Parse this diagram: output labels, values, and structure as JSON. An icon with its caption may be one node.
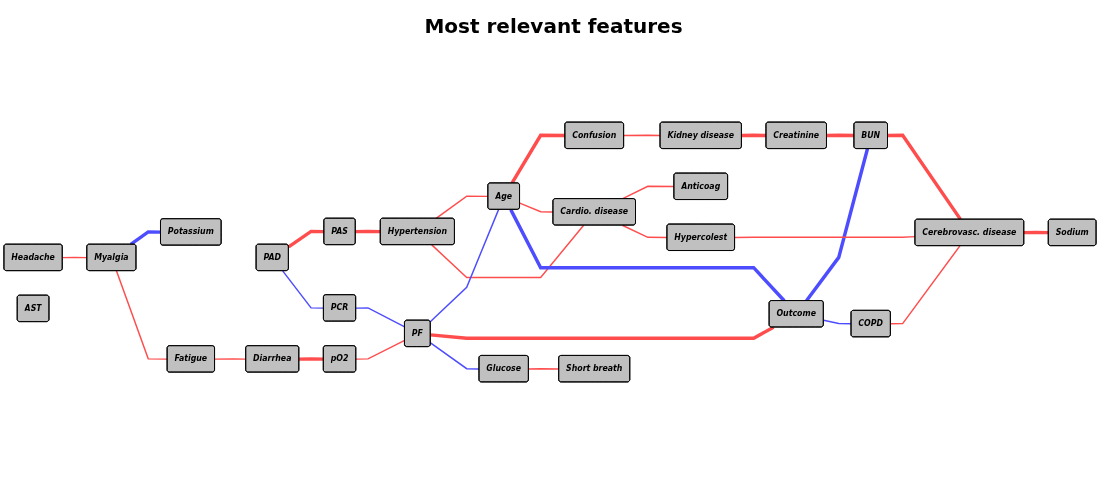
{
  "diagram": {
    "title": "Most relevant features",
    "nodes": [
      {
        "text": [
          "PAD"
        ]
      },
      {
        "text": [
          "PAS"
        ]
      },
      {
        "text": [
          "Kidney disease"
        ]
      },
      {
        "text": [
          "Confusion"
        ]
      },
      {
        "text": [
          "Hypertension"
        ]
      },
      {
        "text": [
          "PCR"
        ]
      },
      {
        "text": [
          "Creatinine"
        ]
      },
      {
        "text": [
          "Headache"
        ]
      },
      {
        "text": [
          "Age"
        ]
      },
      {
        "text": [
          "Cardio. disease"
        ]
      },
      {
        "text": [
          "Myalgia"
        ]
      },
      {
        "text": [
          "Fatigue"
        ]
      },
      {
        "text": [
          "Diarrhea"
        ]
      },
      {
        "text": [
          "pO2"
        ]
      },
      {
        "text": [
          "PF"
        ]
      },
      {
        "text": [
          "BUN"
        ]
      },
      {
        "text": [
          "Outcome"
        ]
      },
      {
        "text": [
          "Potassium"
        ]
      },
      {
        "text": [
          "Hypercolest"
        ]
      },
      {
        "text": [
          "Anticoag"
        ]
      },
      {
        "text": [
          "Cerebrovasc. disease"
        ]
      },
      {
        "text": [
          "Glucose"
        ]
      },
      {
        "text": [
          "COPD"
        ]
      },
      {
        "text": [
          "AST"
        ]
      },
      {
        "text": [
          "Sodium"
        ]
      },
      {
        "text": [
          "Short breath"
        ]
      }
    ],
    "edges": [
      {
        "from": 7,
        "to": 10,
        "arrow": "none"
      },
      {
        "from": 10,
        "to": 17,
        "arrow": "none",
        "style": "thick",
        "color": "#4d4dff"
      },
      {
        "from": 10,
        "to": 11,
        "arrow": "none"
      },
      {
        "from": 11,
        "to": 12,
        "arrow": "none"
      },
      {
        "from": 12,
        "to": 13,
        "arrow": "none",
        "style": "thick"
      },
      {
        "from": 13,
        "to": 14,
        "arrow": "none"
      },
      {
        "from": 0,
        "to": 1,
        "arrow": "none",
        "style": "thick"
      },
      {
        "from": 0,
        "to": 5,
        "arrow": "none",
        "color": "#4d4dff"
      },
      {
        "from": 5,
        "to": 14,
        "arrow": "none",
        "color": "#4d4dff"
      },
      {
        "from": 1,
        "to": 4,
        "arrow": "none",
        "style": "thick"
      },
      {
        "from": 4,
        "to": 8,
        "arrow": "none"
      },
      {
        "from": 4,
        "to": 9,
        "arrow": "none"
      },
      {
        "from": 8,
        "to": 3,
        "arrow": "none",
        "style": "thick"
      },
      {
        "from": 3,
        "to": 2,
        "arrow": "none"
      },
      {
        "from": 2,
        "to": 6,
        "arrow": "none",
        "style": "thick"
      },
      {
        "from": 6,
        "to": 15,
        "arrow": "none",
        "style": "thick"
      },
      {
        "from": 14,
        "to": 8,
        "arrow": "none",
        "color": "#4d4dff"
      },
      {
        "from": 8,
        "to": 9,
        "arrow": "none"
      },
      {
        "from": 8,
        "to": 16,
        "arrow": "none",
        "style": "thick",
        "color": "#4d4dff"
      },
      {
        "from": 14,
        "to": 16,
        "arrow": "none",
        "style": "thick"
      },
      {
        "from": 16,
        "to": 15,
        "arrow": "none",
        "style": "thick",
        "color": "#4d4dff"
      },
      {
        "from": 9,
        "to": 19,
        "arrow": "none"
      },
      {
        "from": 9,
        "to": 18,
        "arrow": "none"
      },
      {
        "from": 18,
        "to": 20,
        "arrow": "none"
      },
      {
        "from": 16,
        "to": 22,
        "arrow": "none",
        "color": "#4d4dff"
      },
      {
        "from": 22,
        "to": 20,
        "arrow": "none"
      },
      {
        "from": 15,
        "to": 20,
        "arrow": "none",
        "style": "thick"
      },
      {
        "from": 20,
        "to": 24,
        "arrow": "none",
        "style": "thick"
      },
      {
        "from": 14,
        "to": 21,
        "arrow": "none",
        "color": "#4d4dff"
      },
      {
        "from": 21,
        "to": 25,
        "arrow": "none"
      }
    ]
  }
}
